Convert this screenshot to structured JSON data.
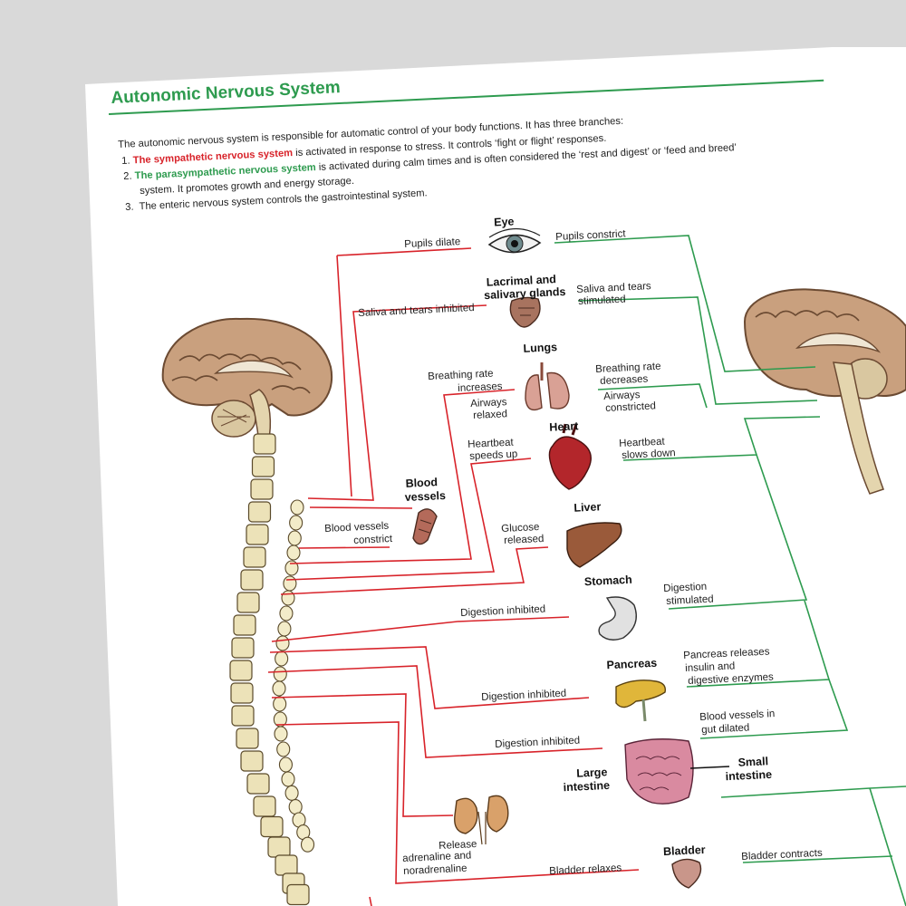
{
  "title": "Autonomic Nervous System",
  "intro": {
    "line1": "The autonomic nervous system is responsible for automatic control of your body functions. It has three branches:",
    "item1_num": "1.",
    "item1_lead": "The sympathetic nervous system",
    "item1_rest": " is activated in response to stress. It controls ‘fight or flight’ responses.",
    "item2_num": "2.",
    "item2_lead": "The parasympathetic nervous system",
    "item2_rest": " is activated during calm times and is often considered the ‘rest and digest’ or ‘feed and breed’",
    "item2_cont": "system. It promotes growth and energy storage.",
    "item3_num": "3.",
    "item3_text": "The enteric nervous system controls the gastrointestinal system."
  },
  "organs": {
    "eye": "Eye",
    "lacrimal_1": "Lacrimal and",
    "lacrimal_2": "salivary glands",
    "lungs": "Lungs",
    "heart": "Heart",
    "blood_vessels_1": "Blood",
    "blood_vessels_2": "vessels",
    "liver": "Liver",
    "stomach": "Stomach",
    "pancreas": "Pancreas",
    "large_intestine_1": "Large",
    "large_intestine_2": "intestine",
    "small_intestine_1": "Small",
    "small_intestine_2": "intestine",
    "bladder": "Bladder"
  },
  "sympathetic": {
    "pupils": "Pupils dilate",
    "saliva": "Saliva and tears inhibited",
    "breathing_1": "Breathing rate",
    "breathing_2": "increases",
    "airways_1": "Airways",
    "airways_2": "relaxed",
    "heartbeat_1": "Heartbeat",
    "heartbeat_2": "speeds up",
    "vessels_1": "Blood vessels",
    "vessels_2": "constrict",
    "glucose_1": "Glucose",
    "glucose_2": "released",
    "stomach": "Digestion inhibited",
    "pancreas": "Digestion inhibited",
    "intestine": "Digestion inhibited",
    "adrenal_1": "Release",
    "adrenal_2": "adrenaline and",
    "adrenal_3": "noradrenaline",
    "bladder": "Bladder relaxes"
  },
  "parasympathetic": {
    "pupils": "Pupils constrict",
    "saliva_1": "Saliva and tears",
    "saliva_2": "stimulated",
    "breathing_1": "Breathing rate",
    "breathing_2": "decreases",
    "airways_1": "Airways",
    "airways_2": "constricted",
    "heartbeat_1": "Heartbeat",
    "heartbeat_2": "slows down",
    "digestion_1": "Digestion",
    "digestion_2": "stimulated",
    "pancreas_1": "Pancreas releases",
    "pancreas_2": "insulin and",
    "pancreas_3": "digestive enzymes",
    "gut_1": "Blood vessels in",
    "gut_2": "gut dilated",
    "bladder": "Bladder contracts"
  },
  "colors": {
    "sympathetic": "#d8232a",
    "parasympathetic": "#2e9b4f",
    "brain": "#c9a07e",
    "spine": "#ece2b8"
  }
}
